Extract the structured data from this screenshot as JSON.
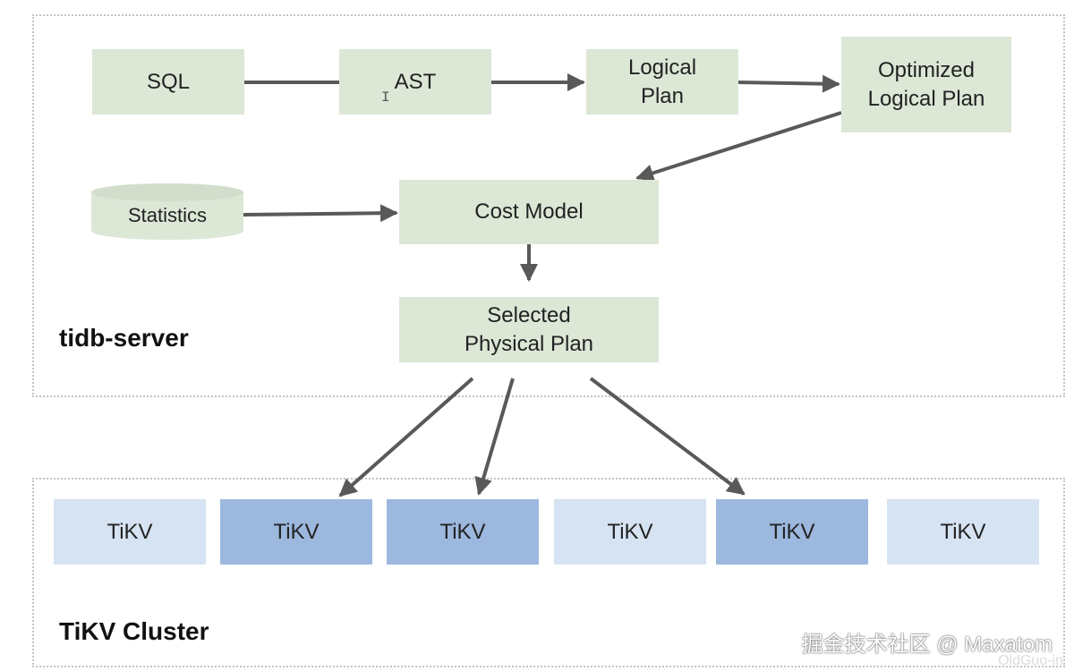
{
  "regions": {
    "server_label": "tidb-server",
    "cluster_label": "TiKV Cluster"
  },
  "nodes": {
    "sql": "SQL",
    "ast": "AST",
    "logical": "Logical\nPlan",
    "optimized": "Optimized\nLogical Plan",
    "statistics": "Statistics",
    "cost_model": "Cost Model",
    "selected": "Selected\nPhysical Plan"
  },
  "tikv_nodes": [
    {
      "label": "TiKV",
      "shade": "light"
    },
    {
      "label": "TiKV",
      "shade": "dark"
    },
    {
      "label": "TiKV",
      "shade": "dark"
    },
    {
      "label": "TiKV",
      "shade": "light"
    },
    {
      "label": "TiKV",
      "shade": "dark"
    },
    {
      "label": "TiKV",
      "shade": "light"
    }
  ],
  "watermark": "掘金技术社区 @ Maxatom",
  "watermark_sub": "OldGuo-in",
  "colors": {
    "process_box": "#dce7d6",
    "tikv_light": "#d6e3f2",
    "tikv_dark": "#9cb8de",
    "arrow": "#595959"
  }
}
